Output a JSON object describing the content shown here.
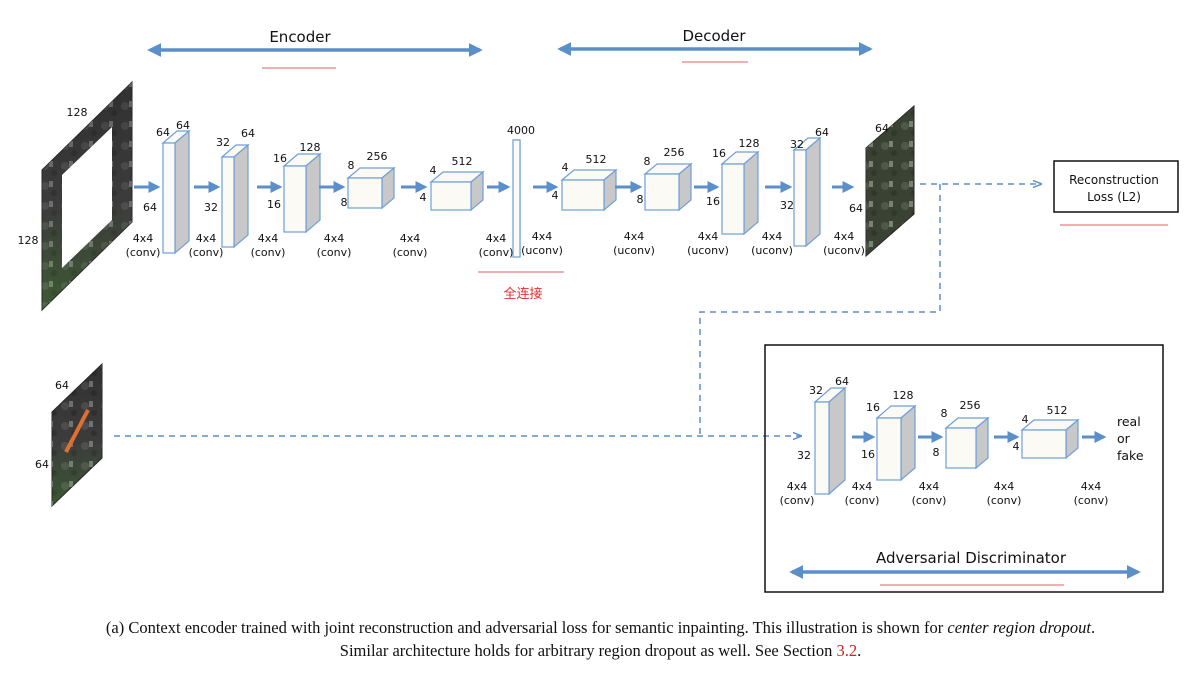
{
  "diagram": {
    "encoder_label": "Encoder",
    "decoder_label": "Decoder",
    "fc_label": "全连接",
    "recon_loss": "Reconstruction\nLoss (L2)",
    "adv_title": "Adversarial Discriminator",
    "real_or_fake": "real\nor\nfake",
    "conv": "4x4\n(conv)",
    "uconv": "4x4\n(uconv)",
    "input_top": "128",
    "input_side": "128",
    "patch_top": "64",
    "patch_side": "64",
    "output_top": "64",
    "output_side": "64",
    "encoder_blocks": [
      {
        "top": "64",
        "depth": "64",
        "side": "64"
      },
      {
        "top": "32",
        "depth": "64",
        "side": "32"
      },
      {
        "top": "16",
        "depth": "128",
        "side": "16"
      },
      {
        "top": "8",
        "depth": "256",
        "side": "8"
      },
      {
        "top": "4",
        "depth": "512",
        "side": "4"
      }
    ],
    "fc_block": {
      "depth": "4000"
    },
    "decoder_blocks": [
      {
        "top": "4",
        "depth": "512",
        "side": "4"
      },
      {
        "top": "8",
        "depth": "256",
        "side": "8"
      },
      {
        "top": "16",
        "depth": "128",
        "side": "16"
      },
      {
        "top": "32",
        "depth": "64",
        "side": "32"
      }
    ],
    "disc_blocks": [
      {
        "top": "32",
        "depth": "64",
        "side": "32"
      },
      {
        "top": "16",
        "depth": "128",
        "side": "16"
      },
      {
        "top": "8",
        "depth": "256",
        "side": "8"
      },
      {
        "top": "4",
        "depth": "512",
        "side": "4"
      }
    ],
    "colors": {
      "arrow": "#5b8fc9",
      "accent": "#e03030",
      "block_face": "#fbfaf5",
      "block_side": "#c8c8c8",
      "edge": "#6f9fd8"
    }
  },
  "caption": {
    "line1_a": "(a) Context encoder trained with joint reconstruction and adversarial loss for semantic inpainting. This illustration is shown for ",
    "line1_it": "center region dropout",
    "line1_b": ".",
    "line2_a": "Similar architecture holds for arbitrary region dropout as well. See Section ",
    "line2_ref": "3.2",
    "line2_b": "."
  }
}
